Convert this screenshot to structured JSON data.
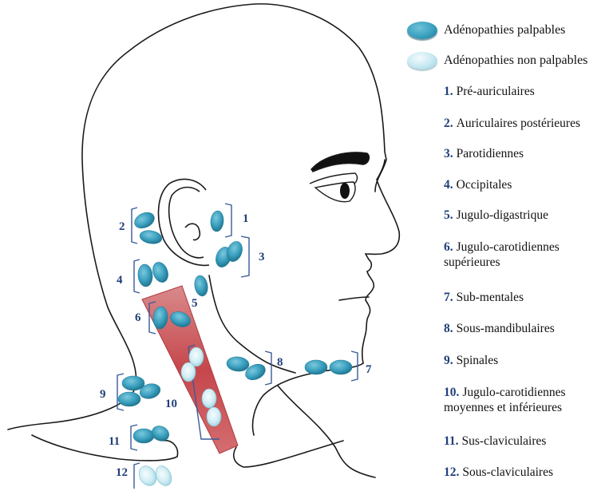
{
  "legend": {
    "palpable": {
      "label": "Adénopathies palpables",
      "color": "#3aa0bf"
    },
    "non_palpable": {
      "label": "Adénopathies non palpables",
      "color": "#c6e8f1"
    }
  },
  "groups": [
    {
      "num": "1.",
      "name": "Pré-auriculaires",
      "type": "palpable",
      "nodes": 1
    },
    {
      "num": "2.",
      "name": "Auriculaires postérieures",
      "type": "palpable",
      "nodes": 2
    },
    {
      "num": "3.",
      "name": "Parotidiennes",
      "type": "palpable",
      "nodes": 2
    },
    {
      "num": "4.",
      "name": "Occipitales",
      "type": "palpable",
      "nodes": 2
    },
    {
      "num": "5.",
      "name": "Jugulo-digastrique",
      "type": "palpable",
      "nodes": 1
    },
    {
      "num": "6.",
      "name": "Jugulo-carotidiennes",
      "name2": "supérieures",
      "type": "palpable",
      "nodes": 2
    },
    {
      "num": "7.",
      "name": "Sub-mentales",
      "type": "palpable",
      "nodes": 2
    },
    {
      "num": "8.",
      "name": "Sous-mandibulaires",
      "type": "palpable",
      "nodes": 2
    },
    {
      "num": "9.",
      "name": "Spinales",
      "type": "palpable",
      "nodes": 3
    },
    {
      "num": "10.",
      "name": "Jugulo-carotidiennes",
      "name2": "moyennes et inférieures",
      "type": "non_palpable",
      "nodes": 4
    },
    {
      "num": "11.",
      "name": "Sus-claviculaires",
      "type": "palpable",
      "nodes": 2
    },
    {
      "num": "12.",
      "name": "Sous-claviculaires",
      "type": "non_palpable",
      "nodes": 2
    }
  ],
  "diagram_labels": {
    "l1": "1",
    "l2": "2",
    "l3": "3",
    "l4": "4",
    "l5": "5",
    "l6": "6",
    "l7": "7",
    "l8": "8",
    "l9": "9",
    "l10": "10",
    "l11": "11",
    "l12": "12"
  },
  "colors": {
    "outline": "#1a1a1a",
    "bracket": "#3a5a9a",
    "label": "#1f3f7a",
    "muscle": "#c0444a"
  }
}
